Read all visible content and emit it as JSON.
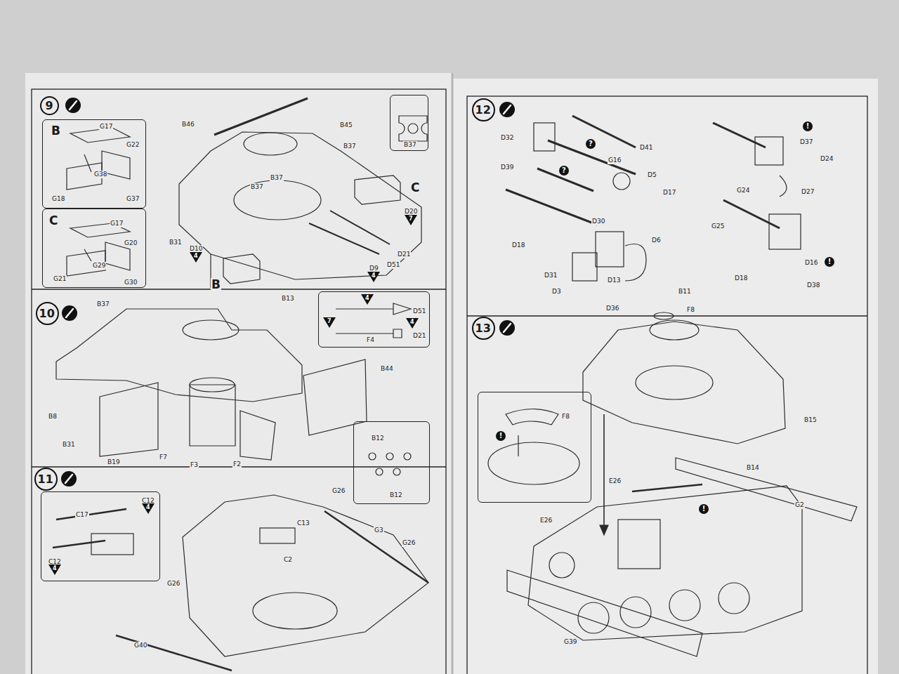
{
  "diagram": {
    "nodes": [
      {
        "text": [
          "9"
        ]
      },
      {
        "text": [
          "B",
          "G17",
          "G22",
          "G38",
          "G18",
          "G37"
        ]
      },
      {
        "text": [
          "C",
          "G17",
          "G20",
          "G29",
          "G21",
          "G30"
        ]
      },
      {
        "text": [
          "B37"
        ]
      },
      {
        "text": [
          "4",
          "D51",
          "7",
          "4",
          "D21"
        ]
      },
      {
        "text": [
          "10"
        ]
      },
      {
        "text": [
          "B12",
          "B12"
        ]
      },
      {
        "text": [
          "11"
        ]
      },
      {
        "text": [
          "C12",
          "4",
          "C17",
          "C12",
          "4"
        ]
      },
      {
        "text": [
          "12"
        ]
      },
      {
        "text": [
          "13"
        ]
      },
      {
        "text": [
          "F8",
          "!"
        ]
      }
    ],
    "labels": [
      "B46",
      "B45",
      "B37",
      "B37",
      "B37",
      "C",
      "D20",
      "7",
      "D21",
      "D51",
      "D9",
      "4",
      "B31",
      "D10",
      "4",
      "B",
      "B13",
      "B37",
      "F4",
      "B44",
      "B8",
      "B31",
      "B19",
      "F7",
      "F3",
      "F2",
      "G26",
      "C13",
      "G3",
      "G26",
      "C2",
      "G26",
      "G40",
      "D32",
      "?",
      "D41",
      "G16",
      "D39",
      "?",
      "D5",
      "D17",
      "D30",
      "D6",
      "D18",
      "D31",
      "D13",
      "D3",
      "D36",
      "!",
      "D37",
      "D24",
      "G24",
      "D27",
      "G25",
      "!",
      "D16",
      "D18",
      "D38",
      "B11",
      "F8",
      "B15",
      "B14",
      "E26",
      "G2",
      "!",
      "E26",
      "G39"
    ]
  }
}
